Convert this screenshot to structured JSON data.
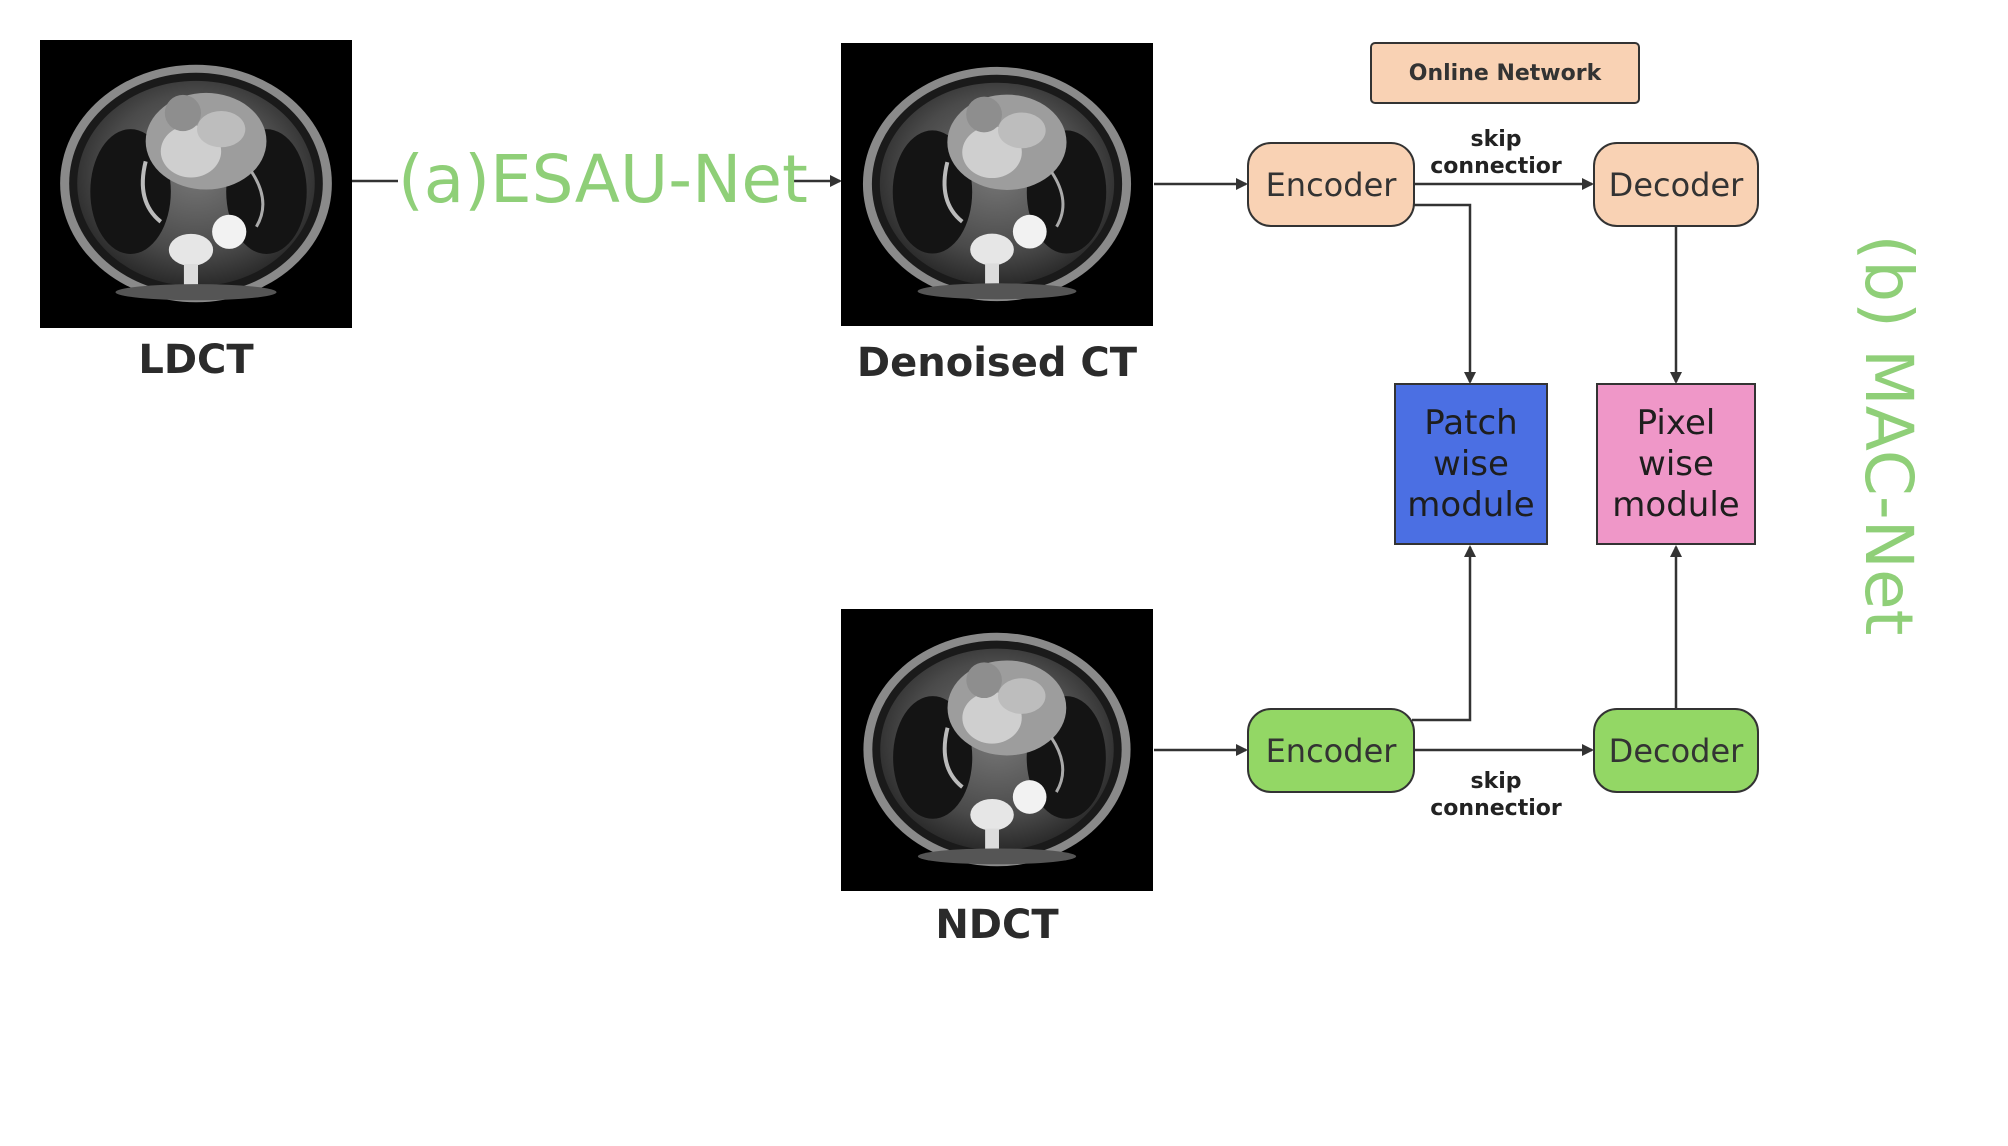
{
  "colors": {
    "online_fill": "#f9d2b4",
    "target_fill": "#93d765",
    "patch_fill": "#4b6fe3",
    "pixel_fill": "#ef97c8",
    "title_green": "#8fcf78",
    "line": "#333333"
  },
  "images": {
    "ldct": {
      "caption": "LDCT",
      "icon": "cardiac-ct-slice-icon"
    },
    "denoised": {
      "caption": "Denoised CT",
      "icon": "cardiac-ct-slice-icon"
    },
    "ndct": {
      "caption": "NDCT",
      "icon": "cardiac-ct-slice-icon"
    }
  },
  "labels": {
    "esau": "(a)ESAU-Net",
    "mac": "(b)  MAC-Net",
    "online_network": "Online Network"
  },
  "online": {
    "encoder": "Encoder",
    "decoder": "Decoder",
    "skip_line1": "skip",
    "skip_line2": "connectior"
  },
  "target": {
    "encoder": "Encoder",
    "decoder": "Decoder",
    "skip_line1": "skip",
    "skip_line2": "connectior"
  },
  "modules": {
    "patch": [
      "Patch",
      "wise",
      "module"
    ],
    "pixel": [
      "Pixel",
      "wise",
      "module"
    ]
  }
}
